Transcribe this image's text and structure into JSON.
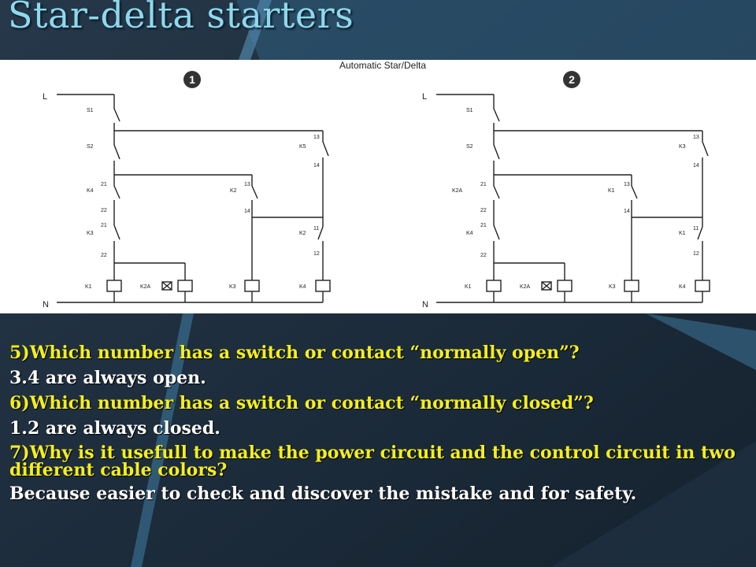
{
  "slide": {
    "title": "Star-delta starters",
    "colors": {
      "question": "#f4ee1e",
      "answer": "#ffffff",
      "title": "#8fd8ec",
      "background": "#1d2d3d"
    }
  },
  "diagram": {
    "caption": "Automatic Star/Delta",
    "variants": [
      {
        "number": "1",
        "labels": {
          "line": "L",
          "neutral": "N",
          "s1": "S1",
          "s2": "S2",
          "a": "K4",
          "b": "K3",
          "c": "K2",
          "d": "K5",
          "e": "K2",
          "coil1": "K1",
          "coil2": "K2A",
          "coil3": "K3",
          "coil4": "K4"
        }
      },
      {
        "number": "2",
        "labels": {
          "line": "L",
          "neutral": "N",
          "s1": "S1",
          "s2": "S2",
          "a": "K2A",
          "b": "K4",
          "c": "K1",
          "d": "K3",
          "e": "K1",
          "coil1": "K1",
          "coil2": "K2A",
          "coil3": "K3",
          "coil4": "K4"
        }
      }
    ],
    "terminals": {
      "t13": "13",
      "t14": "14",
      "t21": "21",
      "t22": "22",
      "t11": "11",
      "t12": "12"
    }
  },
  "qa": [
    {
      "kind": "question",
      "text": "5)Which number has a switch or contact “normally open”?"
    },
    {
      "kind": "answer",
      "text": "3.4 are always open."
    },
    {
      "kind": "question",
      "text": "6)Which number has a switch or contact “normally closed”?"
    },
    {
      "kind": "answer",
      "text": "1.2 are always closed."
    },
    {
      "kind": "question",
      "text": "7)Why is it usefull to make the power circuit and the control circuit in two different cable colors?"
    },
    {
      "kind": "answer",
      "text": "Because  easier to check and discover the mistake and for safety."
    }
  ]
}
